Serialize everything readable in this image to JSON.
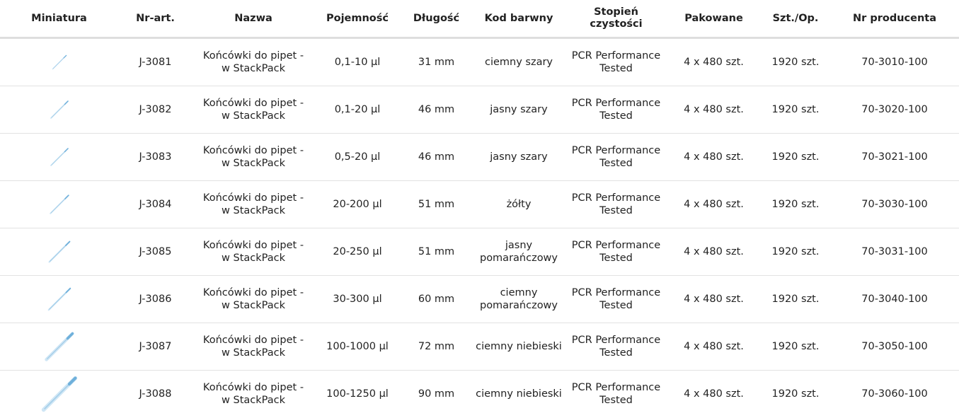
{
  "table": {
    "headers": {
      "thumbnail": "Miniatura",
      "article": "Nr-art.",
      "name": "Nazwa",
      "capacity": "Pojemność",
      "length": "Długość",
      "color_code": "Kod barwny",
      "purity_line1": "Stopień",
      "purity_line2": "czystości",
      "packed": "Pakowane",
      "per_pack": "Szt./Op.",
      "manufacturer_no": "Nr producenta"
    },
    "rows": [
      {
        "thumbnail_icon": "pipette-tip-icon",
        "article": "J-3081",
        "name_line1": "Końcówki do pipet -",
        "name_line2": "w StackPack",
        "capacity": "0,1-10 µl",
        "length": "31 mm",
        "color_line1": "ciemny szary",
        "color_line2": "",
        "purity_line1": "PCR Performance",
        "purity_line2": "Tested",
        "packed": "4 x 480 szt.",
        "per_pack": "1920 szt.",
        "manufacturer_no": "70-3010-100"
      },
      {
        "thumbnail_icon": "pipette-tip-icon",
        "article": "J-3082",
        "name_line1": "Końcówki do pipet -",
        "name_line2": "w StackPack",
        "capacity": "0,1-20 µl",
        "length": "46 mm",
        "color_line1": "jasny szary",
        "color_line2": "",
        "purity_line1": "PCR Performance",
        "purity_line2": "Tested",
        "packed": "4 x 480 szt.",
        "per_pack": "1920 szt.",
        "manufacturer_no": "70-3020-100"
      },
      {
        "thumbnail_icon": "pipette-tip-icon",
        "article": "J-3083",
        "name_line1": "Końcówki do pipet -",
        "name_line2": "w StackPack",
        "capacity": "0,5-20 µl",
        "length": "46 mm",
        "color_line1": "jasny szary",
        "color_line2": "",
        "purity_line1": "PCR Performance",
        "purity_line2": "Tested",
        "packed": "4 x 480 szt.",
        "per_pack": "1920 szt.",
        "manufacturer_no": "70-3021-100"
      },
      {
        "thumbnail_icon": "pipette-tip-icon",
        "article": "J-3084",
        "name_line1": "Końcówki do pipet -",
        "name_line2": "w StackPack",
        "capacity": "20-200 µl",
        "length": "51 mm",
        "color_line1": "żółty",
        "color_line2": "",
        "purity_line1": "PCR Performance",
        "purity_line2": "Tested",
        "packed": "4 x 480 szt.",
        "per_pack": "1920 szt.",
        "manufacturer_no": "70-3030-100"
      },
      {
        "thumbnail_icon": "pipette-tip-icon",
        "article": "J-3085",
        "name_line1": "Końcówki do pipet -",
        "name_line2": "w StackPack",
        "capacity": "20-250 µl",
        "length": "51 mm",
        "color_line1": "jasny",
        "color_line2": "pomarańczowy",
        "purity_line1": "PCR Performance",
        "purity_line2": "Tested",
        "packed": "4 x 480 szt.",
        "per_pack": "1920 szt.",
        "manufacturer_no": "70-3031-100"
      },
      {
        "thumbnail_icon": "pipette-tip-icon",
        "article": "J-3086",
        "name_line1": "Końcówki do pipet -",
        "name_line2": "w StackPack",
        "capacity": "30-300 µl",
        "length": "60 mm",
        "color_line1": "ciemny",
        "color_line2": "pomarańczowy",
        "purity_line1": "PCR Performance",
        "purity_line2": "Tested",
        "packed": "4 x 480 szt.",
        "per_pack": "1920 szt.",
        "manufacturer_no": "70-3040-100"
      },
      {
        "thumbnail_icon": "pipette-tip-icon",
        "article": "J-3087",
        "name_line1": "Końcówki do pipet -",
        "name_line2": "w StackPack",
        "capacity": "100-1000 µl",
        "length": "72 mm",
        "color_line1": "ciemny niebieski",
        "color_line2": "",
        "purity_line1": "PCR Performance",
        "purity_line2": "Tested",
        "packed": "4 x 480 szt.",
        "per_pack": "1920 szt.",
        "manufacturer_no": "70-3050-100"
      },
      {
        "thumbnail_icon": "pipette-tip-icon",
        "article": "J-3088",
        "name_line1": "Końcówki do pipet -",
        "name_line2": "w StackPack",
        "capacity": "100-1250 µl",
        "length": "90 mm",
        "color_line1": "ciemny niebieski",
        "color_line2": "",
        "purity_line1": "PCR Performance",
        "purity_line2": "Tested",
        "packed": "4 x 480 szt.",
        "per_pack": "1920 szt.",
        "manufacturer_no": "70-3060-100"
      }
    ]
  },
  "colors": {
    "text": "#222222",
    "row_divider": "#e2e2e2",
    "header_divider": "#dedede",
    "tip_light": "#cfe6f5",
    "tip_mid": "#9fcbe8",
    "tip_dark": "#6fb0db"
  }
}
